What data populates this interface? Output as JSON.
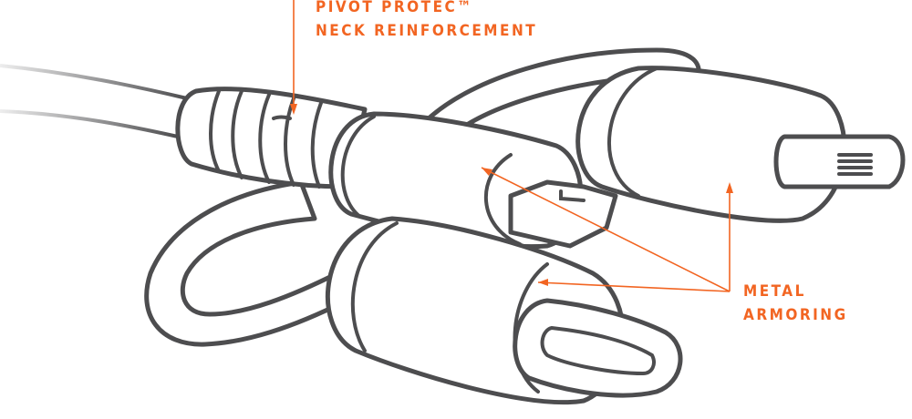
{
  "annotations": {
    "neck_line1": "PIVOT PROTEC™",
    "neck_line2": "NECK REINFORCEMENT",
    "armor_line1": "METAL",
    "armor_line2": "ARMORING"
  },
  "colors": {
    "accent": "#f26522",
    "outline": "#4d4d4f"
  }
}
